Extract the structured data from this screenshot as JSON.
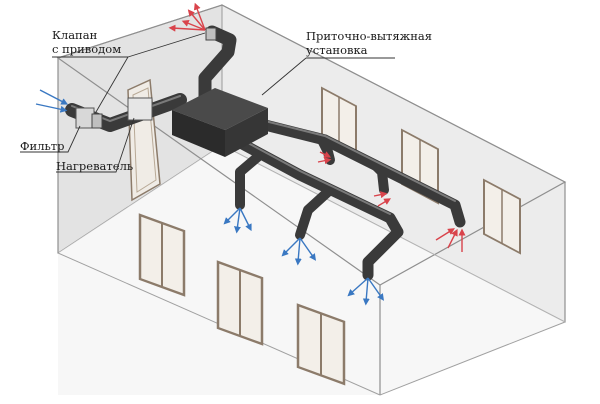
{
  "diagram": {
    "labels": {
      "valve_line1": "Клапан",
      "valve_line2": "с приводом",
      "ahu_line1": "Приточно-вытяжная",
      "ahu_line2": "установка",
      "filter": "Фильтр",
      "heater": "Нагреватель"
    },
    "colors": {
      "duct": "#3a3a3a",
      "duct_highlight": "#7a7a7a",
      "room_fill": "#e6e6e6",
      "room_edge": "#8f8f8f",
      "supply_arrows": "#3a78c2",
      "exhaust_arrows": "#d9434b",
      "window_frame": "#8c7b6a"
    },
    "icons": [
      "supply-air-arrow-icon",
      "exhaust-air-arrow-icon",
      "window-icon"
    ]
  }
}
